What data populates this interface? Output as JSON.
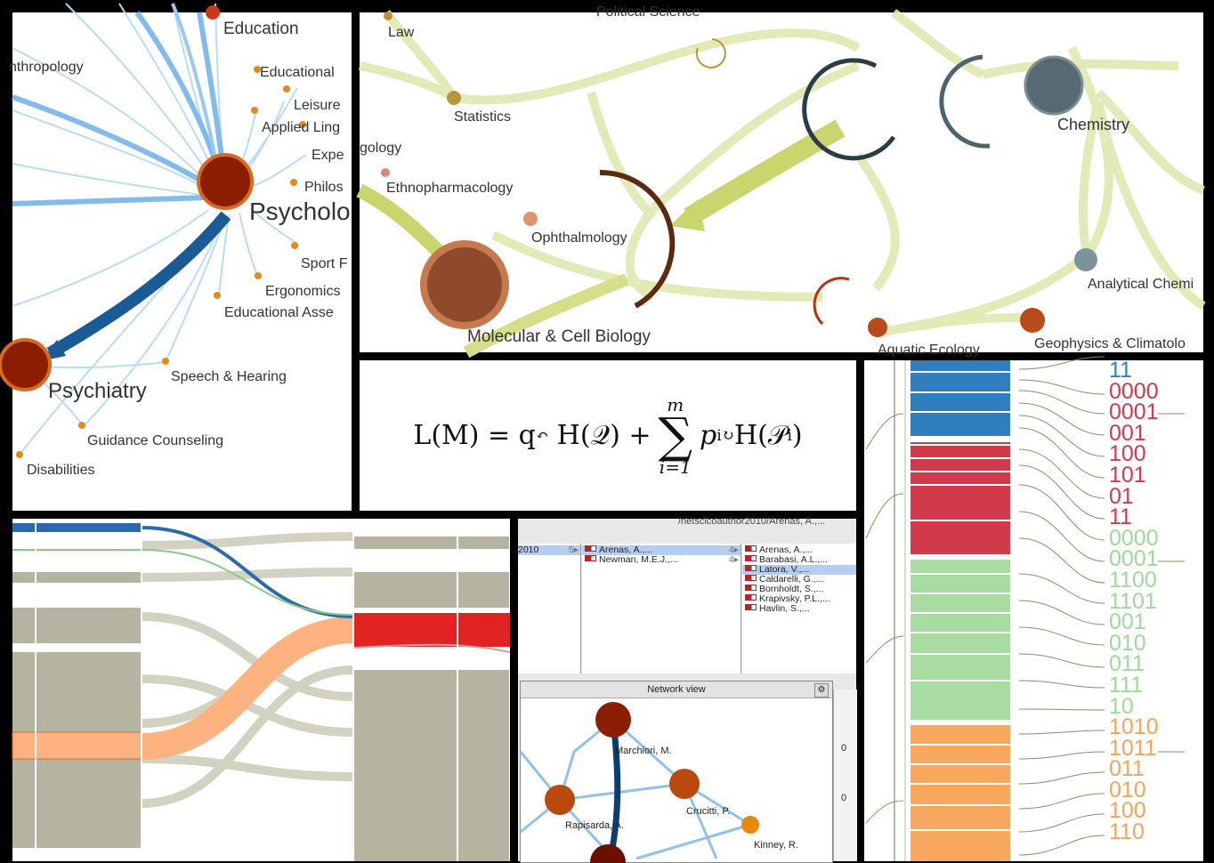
{
  "colors": {
    "frame": "#000000",
    "psych": "#8b2000",
    "orange": "#e38a1a",
    "blue": "#2f63a0",
    "lightblue": "#a9cff2",
    "green": "#d9e4a0",
    "brown": "#5c2a10",
    "slate": "#566a72",
    "nodeorange": "#b94a1a"
  },
  "psych_panel": {
    "labels": [
      "Education",
      "nthropology",
      "Educational",
      "Leisure",
      "Applied Ling",
      "Expe",
      "Philos",
      "Psycholo",
      "Sport F",
      "Ergonomics",
      "Educational Asse",
      "Psychiatry",
      "Speech & Hearing",
      "Guidance Counseling",
      "Disabilities"
    ]
  },
  "science_panel": {
    "labels": [
      "Political Science",
      "Law",
      "Statistics",
      "gology",
      "Ethnopharmacology",
      "Ophthalmology",
      "Molecular & Cell Biology",
      "Chemistry",
      "Analytical Chemi",
      "Aquatic Ecology",
      "Geophysics & Climatolo"
    ]
  },
  "formula": {
    "lhs": "L(M) = q",
    "lhs_sub": "↶",
    "h1": "H(𝒬) +",
    "sum_top": "m",
    "sum_bottom": "i=1",
    "sigma": "∑",
    "p": "p",
    "p_sub": "i↻",
    "h2": "H(𝒫",
    "h2_sub": "i",
    "close": ")"
  },
  "codes_panel": {
    "codes": [
      {
        "text": "11",
        "color": "#2f7fbf"
      },
      {
        "text": "0000",
        "color": "#d13a4a"
      },
      {
        "text": "0001",
        "color": "#d13a4a"
      },
      {
        "text": "001",
        "color": "#d13a4a"
      },
      {
        "text": "100",
        "color": "#d13a4a"
      },
      {
        "text": "101",
        "color": "#d13a4a"
      },
      {
        "text": "01",
        "color": "#d13a4a"
      },
      {
        "text": "11",
        "color": "#d13a4a"
      },
      {
        "text": "0000",
        "color": "#9fd89a"
      },
      {
        "text": "0001",
        "color": "#9fd89a"
      },
      {
        "text": "1100",
        "color": "#9fd89a"
      },
      {
        "text": "1101",
        "color": "#9fd89a"
      },
      {
        "text": "001",
        "color": "#9fd89a"
      },
      {
        "text": "010",
        "color": "#9fd89a"
      },
      {
        "text": "011",
        "color": "#9fd89a"
      },
      {
        "text": "111",
        "color": "#9fd89a"
      },
      {
        "text": "10",
        "color": "#9fd89a"
      },
      {
        "text": "1010",
        "color": "#f5a35a"
      },
      {
        "text": "1011",
        "color": "#f5a35a"
      },
      {
        "text": "011",
        "color": "#f5a35a"
      },
      {
        "text": "010",
        "color": "#f5a35a"
      },
      {
        "text": "100",
        "color": "#f5a35a"
      },
      {
        "text": "110",
        "color": "#f5a35a"
      }
    ]
  },
  "browser": {
    "path": "/netscicoauthor2010/Arenas, A.,...",
    "col1": {
      "item": "2010",
      "count": "5▸"
    },
    "col2": [
      {
        "name": "Arenas, A.,...",
        "count": "4▸",
        "selected": true
      },
      {
        "name": "Newman, M.E.J.,...",
        "count": "4▸",
        "selected": false
      }
    ],
    "col3": [
      {
        "name": "Arenas, A.,...",
        "selected": false
      },
      {
        "name": "Barabasi, A.L.,...",
        "selected": false
      },
      {
        "name": "Latora, V.,...",
        "selected": true
      },
      {
        "name": "Caldarelli, G.,...",
        "selected": false
      },
      {
        "name": "Bornholdt, S.,...",
        "selected": false
      },
      {
        "name": "Krapivsky, P.L.,...",
        "selected": false
      },
      {
        "name": "Havlin, S.,...",
        "selected": false
      }
    ],
    "window_title": "Network view",
    "nodes": [
      "Marchiori, M.",
      "Crucitti, P.",
      "Rapisarda, A.",
      "Kinney, R."
    ],
    "side_values": [
      "0",
      "0"
    ]
  }
}
